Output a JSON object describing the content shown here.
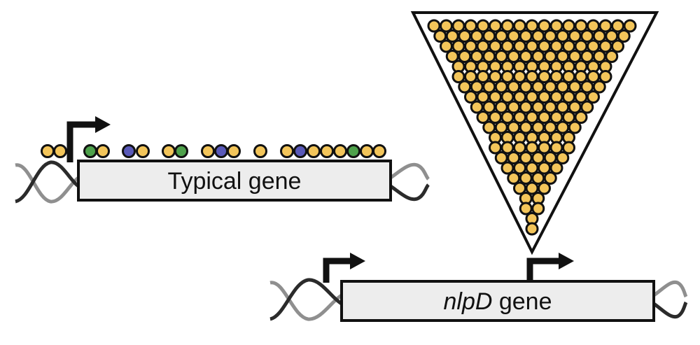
{
  "colors": {
    "background": "#ffffff",
    "outline": "#111111",
    "gene_box_fill": "#ededed",
    "dna_strand_dark": "#2b2b2b",
    "dna_strand_light": "#8f8f8f",
    "binding_yellow": "#f3c55a",
    "binding_green": "#4ea14b",
    "binding_blue": "#5959b8"
  },
  "typical_gene": {
    "label": "Typical gene",
    "promoter_icon": "promoter-arrow-icon",
    "binding_sites": [
      {
        "color": "yellow"
      },
      {
        "color": "yellow"
      },
      {
        "color": "green"
      },
      {
        "color": "yellow"
      },
      {
        "color": "blue"
      },
      {
        "color": "yellow"
      },
      {
        "color": "yellow"
      },
      {
        "color": "green"
      },
      {
        "color": "yellow"
      },
      {
        "color": "blue"
      },
      {
        "color": "yellow"
      },
      {
        "color": "yellow"
      },
      {
        "color": "yellow"
      },
      {
        "color": "blue"
      },
      {
        "color": "yellow"
      },
      {
        "color": "yellow"
      },
      {
        "color": "yellow"
      },
      {
        "color": "green"
      },
      {
        "color": "yellow"
      },
      {
        "color": "yellow"
      }
    ]
  },
  "nlpd_gene": {
    "label_italic": "nlpD",
    "label_rest": " gene",
    "promoters": 2,
    "promoter_icon": "promoter-arrow-icon",
    "funnel_icon": "binding-funnel-icon",
    "funnel_site_color": "yellow"
  }
}
